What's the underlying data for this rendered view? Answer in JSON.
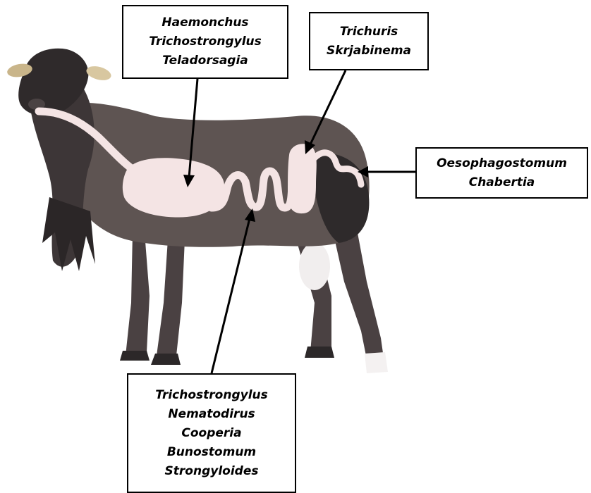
{
  "labels": {
    "abomasum": [
      "Haemonchus",
      "Trichostrongylus",
      "Teladorsagia"
    ],
    "cecum": [
      "Trichuris",
      "Skrjabinema"
    ],
    "colon": [
      "Oesophagostomum",
      "Chabertia"
    ],
    "small_intestine": [
      "Trichostrongylus",
      "Nematodirus",
      "Cooperia",
      "Bunostomum",
      "Strongyloides"
    ]
  },
  "colors": {
    "fleece": "#5e5452",
    "fleece_dark": "#2e2a2b",
    "gut": "#f4e4e4",
    "hoof": "#f4f1f1",
    "arrow": "#000000"
  },
  "icons": {
    "animal": "sheep-illustration",
    "organ": "digestive-tract-overlay"
  }
}
